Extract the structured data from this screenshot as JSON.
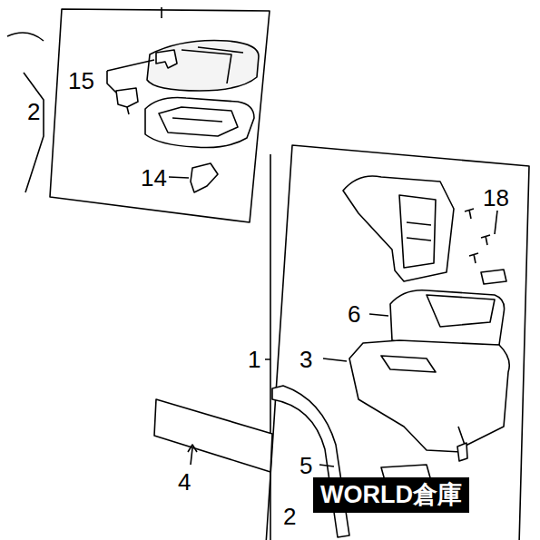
{
  "diagram": {
    "labels": [
      "2",
      "15",
      "14",
      "18",
      "6",
      "1",
      "3",
      "4",
      "5",
      "2",
      "WORLD倉庫"
    ]
  }
}
